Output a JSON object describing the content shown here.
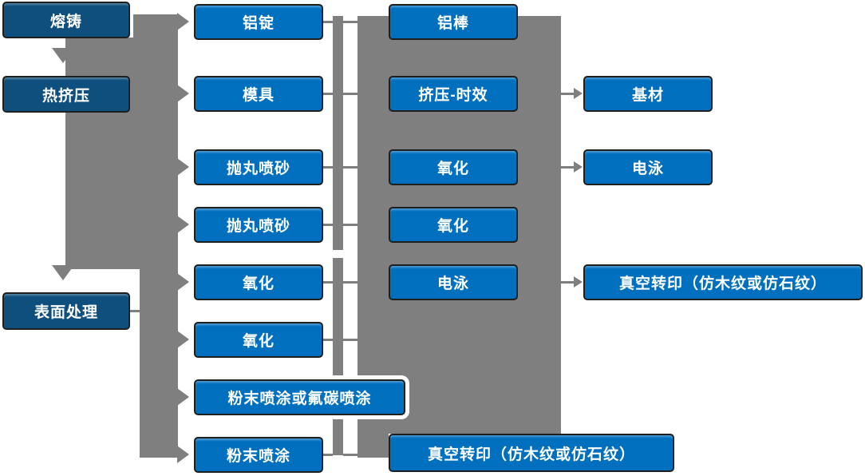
{
  "diagram": {
    "type": "process-flowchart",
    "language": "zh-CN",
    "topic": "aluminium profile production and surface treatment flow"
  },
  "colors": {
    "primary_box": "#0E4F7D",
    "secondary_box": "#0070BE",
    "connector_gray": "#7F7F7F",
    "box_border": "#1E1E1E",
    "text": "#FFFFFF",
    "background": "#FFFFFF"
  },
  "nodes": {
    "rongzhu": {
      "label": "熔铸",
      "column": 1
    },
    "rejiya": {
      "label": "热挤压",
      "column": 1
    },
    "biaomianchuli": {
      "label": "表面处理",
      "column": 1
    },
    "lvding": {
      "label": "铝锭",
      "column": 2
    },
    "muju": {
      "label": "模具",
      "column": 2
    },
    "paowan1": {
      "label": "抛丸喷砂",
      "column": 2
    },
    "paowan2": {
      "label": "抛丸喷砂",
      "column": 2
    },
    "yanghua1": {
      "label": "氧化",
      "column": 2
    },
    "yanghua2": {
      "label": "氧化",
      "column": 2
    },
    "fenmo_futan": {
      "label": "粉末喷涂或氟碳喷涂",
      "column": 2
    },
    "fenmo": {
      "label": "粉末喷涂",
      "column": 2
    },
    "lvbang": {
      "label": "铝棒",
      "column": 3
    },
    "jiya_shixiao": {
      "label": "挤压-时效",
      "column": 3
    },
    "yanghua3": {
      "label": "氧化",
      "column": 3
    },
    "yanghua4": {
      "label": "氧化",
      "column": 3
    },
    "dianyong1": {
      "label": "电泳",
      "column": 3
    },
    "zhenkong_bottom": {
      "label": "真空转印（仿木纹或仿石纹）",
      "column": 3
    },
    "jicai": {
      "label": "基材",
      "column": 4
    },
    "dianyong2": {
      "label": "电泳",
      "column": 4
    },
    "zhenkong_right": {
      "label": "真空转印（仿木纹或仿石纹）",
      "column": 4
    }
  }
}
